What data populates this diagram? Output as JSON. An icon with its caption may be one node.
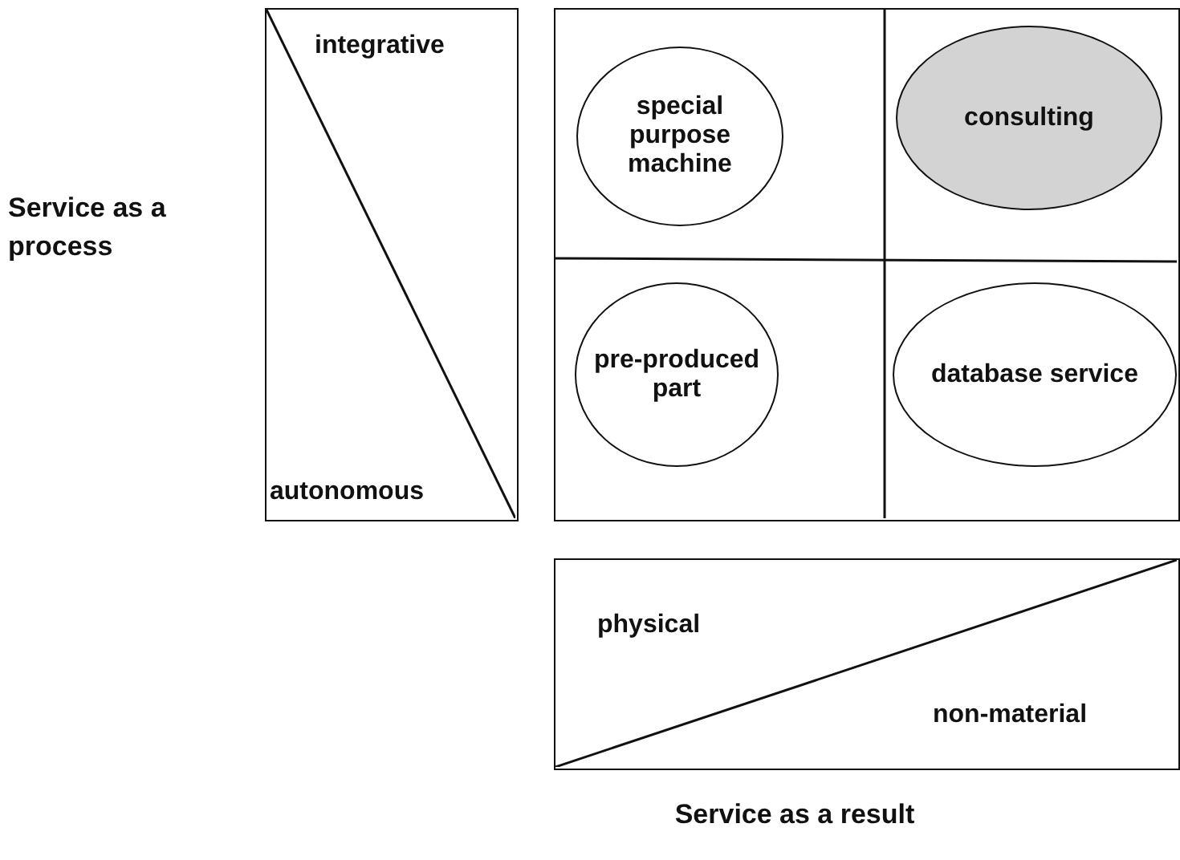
{
  "diagram": {
    "nodes": [
      {
        "text": [
          "integrative",
          "autonomous"
        ]
      },
      {
        "text": [],
        "shape": "box"
      },
      {
        "text": [
          "special purpose machine"
        ],
        "in": 1
      },
      {
        "text": [
          "consulting"
        ],
        "in": 1
      },
      {
        "text": [
          "pre-produced part"
        ],
        "in": 1
      },
      {
        "text": [
          "database service"
        ],
        "in": 1
      },
      {
        "text": [
          "physical",
          "non-material"
        ]
      }
    ],
    "labels": [
      "Service as a process",
      "Service as a result"
    ]
  }
}
